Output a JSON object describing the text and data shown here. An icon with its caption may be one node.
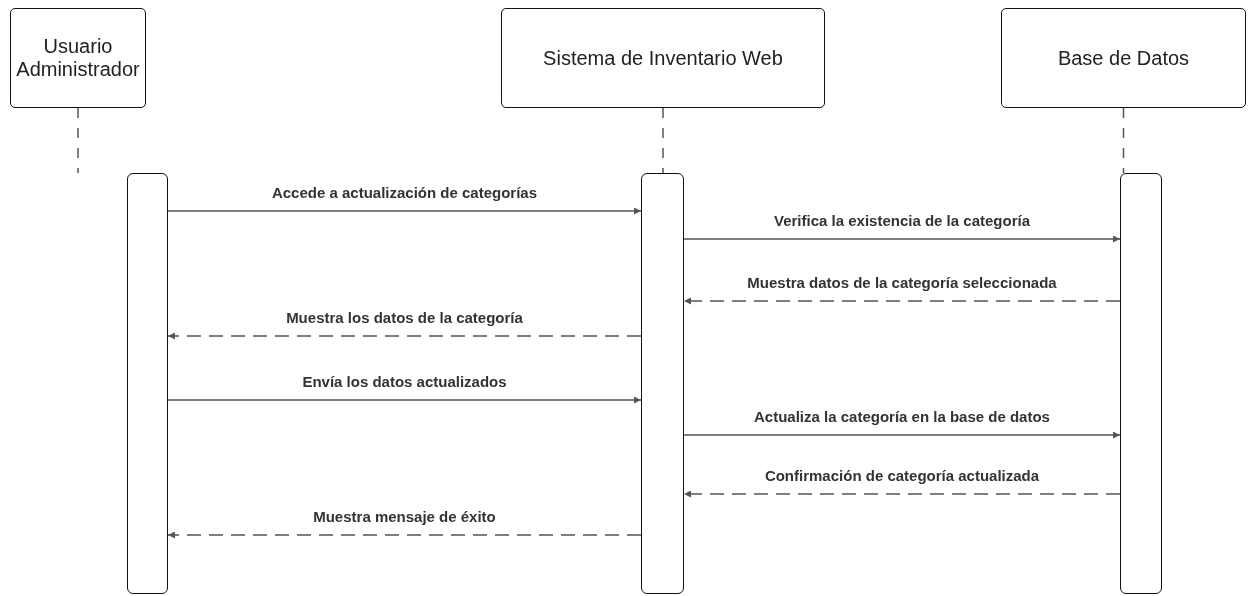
{
  "diagram": {
    "nodes": [
      {
        "text": [
          "Usuario Administrador"
        ]
      },
      {
        "text": [
          "Sistema de Inventario Web"
        ]
      },
      {
        "text": [
          "Base de Datos"
        ]
      },
      {
        "text": [],
        "shape": "bar"
      },
      {
        "text": [],
        "shape": "bar"
      },
      {
        "text": [],
        "shape": "bar"
      }
    ],
    "edges": [
      {
        "from": 0,
        "to": 3,
        "arrow": "none",
        "style": "dashed"
      },
      {
        "from": 1,
        "to": 4,
        "arrow": "none",
        "style": "dashed"
      },
      {
        "from": 2,
        "to": 5,
        "arrow": "none",
        "style": "dashed"
      },
      {
        "from": 3,
        "to": 4,
        "arrow": "to",
        "label": "Accede a actualización de categorías"
      },
      {
        "from": 4,
        "to": 5,
        "arrow": "to",
        "label": "Verifica la existencia de la categoría"
      },
      {
        "from": 5,
        "to": 4,
        "arrow": "to",
        "style": "dashed",
        "label": "Muestra datos de la categoría seleccionada"
      },
      {
        "from": 4,
        "to": 3,
        "arrow": "to",
        "style": "dashed",
        "label": "Muestra los datos de la categoría"
      },
      {
        "from": 3,
        "to": 4,
        "arrow": "to",
        "label": "Envía los datos actualizados"
      },
      {
        "from": 4,
        "to": 5,
        "arrow": "to",
        "label": "Actualiza la categoría en la base de datos"
      },
      {
        "from": 5,
        "to": 4,
        "arrow": "to",
        "style": "dashed",
        "label": "Confirmación de categoría actualizada"
      },
      {
        "from": 4,
        "to": 3,
        "arrow": "to",
        "style": "dashed",
        "label": "Muestra mensaje de éxito"
      }
    ]
  }
}
